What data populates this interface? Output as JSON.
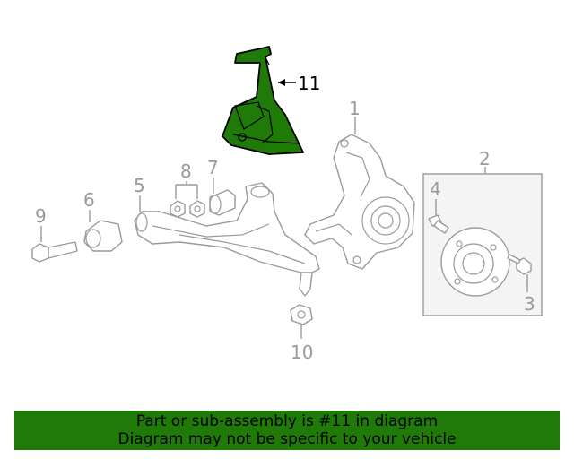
{
  "callouts": {
    "c1": "1",
    "c2": "2",
    "c3": "3",
    "c4": "4",
    "c5": "5",
    "c6": "6",
    "c7": "7",
    "c8": "8",
    "c9": "9",
    "c10": "10",
    "c11": "11"
  },
  "highlight": {
    "part_number": "11",
    "color": "#1f7a08"
  },
  "banner": {
    "line1": "Part or sub-assembly is #11 in diagram",
    "line2": "Diagram may not be specific to your vehicle",
    "background": "#1f7a08"
  }
}
